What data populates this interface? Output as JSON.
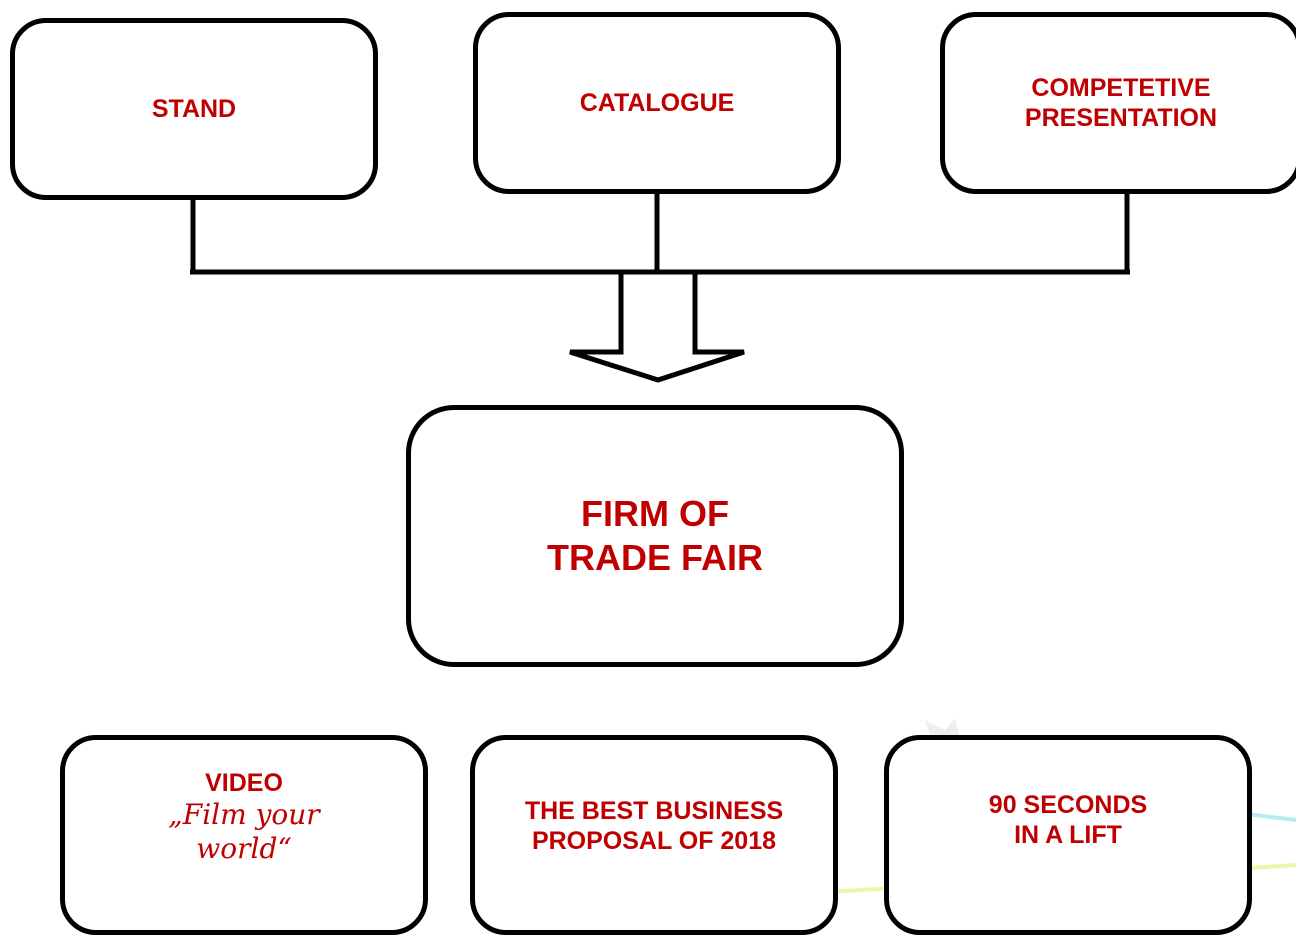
{
  "top_boxes": [
    {
      "label": "STAND"
    },
    {
      "label": "CATALOGUE"
    },
    {
      "label": "COMPETETIVE PRESENTATION"
    }
  ],
  "center": {
    "line1": "FIRM OF",
    "line2": "TRADE FAIR"
  },
  "bottom_boxes": {
    "video": {
      "title": "VIDEO",
      "subtitle_line1": "„Film your",
      "subtitle_line2": "world“"
    },
    "proposal": {
      "line1": "THE BEST BUSINESS",
      "line2": "PROPOSAL OF 2018"
    },
    "lift": {
      "line1": "90 SECONDS",
      "line2": "IN A LIFT"
    }
  },
  "colors": {
    "text": "#c00000",
    "border": "#000000",
    "background": "#ffffff"
  }
}
